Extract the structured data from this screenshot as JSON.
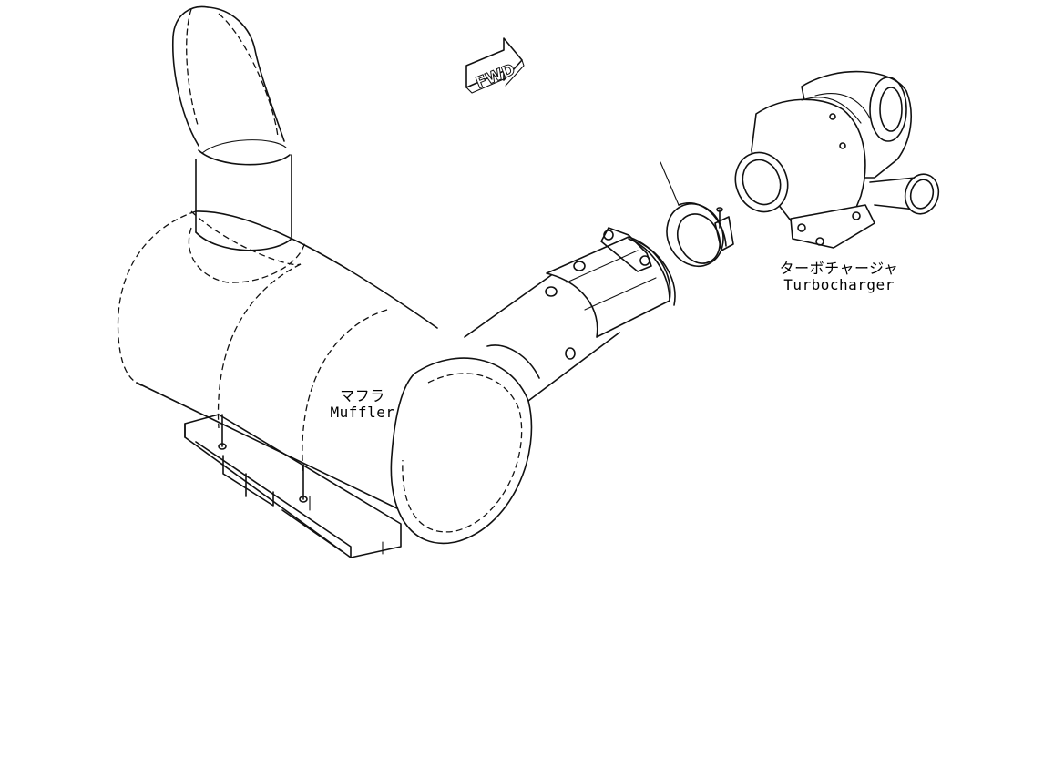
{
  "direction_marker": {
    "label": "FWD",
    "icon": "forward-arrow-icon"
  },
  "labels": {
    "muffler_jp": "マフラ",
    "muffler_en": "Muffler",
    "turbocharger_jp": "ターボチャージャ",
    "turbocharger_en": "Turbocharger"
  },
  "colors": {
    "line": "#111111",
    "background": "#ffffff"
  }
}
